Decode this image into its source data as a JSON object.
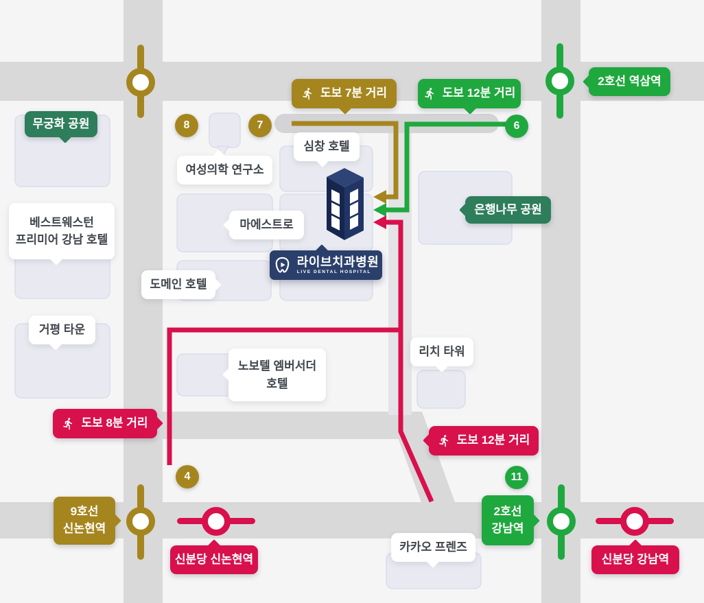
{
  "title": "라이브치과병원 오시는 길 지도",
  "colors": {
    "background": "#f5f5f6",
    "road": "#d9d9da",
    "block": "#e9eaf1",
    "line2_green": "#1fa83e",
    "line9_olive": "#a5861e",
    "sinbundang_red": "#d8104c",
    "park_green": "#2e7d5b",
    "hospital_navy": "#2b3f6b"
  },
  "hospital": {
    "badge_label": "라이브치과병원",
    "badge_sub": "LIVE DENTAL HOSPITAL"
  },
  "walk_badges": {
    "from_exit7": "도보 7분 거리",
    "from_yeoksam": "도보 12분 거리",
    "from_sinnonhyeon": "도보 8분 거리",
    "from_gangnam": "도보 12분 거리"
  },
  "stations": {
    "yeoksam": "2호선 역삼역",
    "line9_sinnonhyeon": [
      "9호선",
      "신논현역"
    ],
    "sinbundang_sinnonhyeon": "신분당 신논현역",
    "line2_gangnam": [
      "2호선",
      "강남역"
    ],
    "sinbundang_gangnam": "신분당 강남역"
  },
  "parks": {
    "mugunghwa": "무궁화 공원",
    "eunhaengnamu": "은행나무 공원"
  },
  "places": {
    "best_western": [
      "베스트웨스턴",
      "프리미어 강남 호텔"
    ],
    "women_clinic": "여성의학 연구소",
    "simchang_hotel": "심창 호텔",
    "maestro": "마에스트로",
    "domain_hotel": "도메인 호텔",
    "geopyeong_town": "거평 타운",
    "novotel": [
      "노보텔 엠버서더",
      "호텔"
    ],
    "rich_tower": "리치 타워",
    "kakao_friends": "카카오 프렌즈"
  },
  "exit_numbers": {
    "n8": "8",
    "n7": "7",
    "n6": "6",
    "n4": "4",
    "n11": "11"
  }
}
